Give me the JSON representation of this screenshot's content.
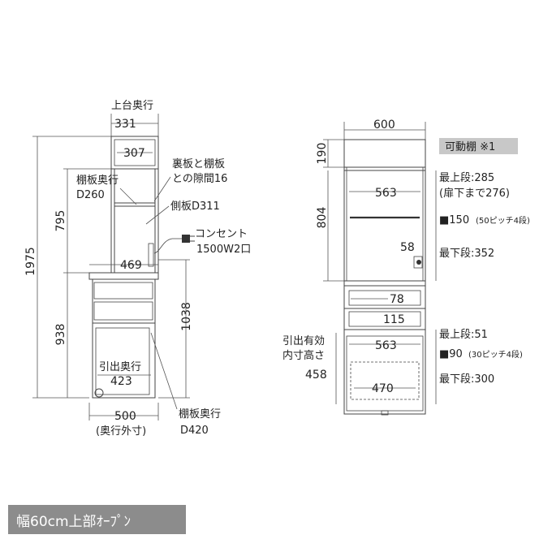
{
  "side_view": {
    "title": "上台奥行",
    "upper_depth": "331",
    "inner_depth": "307",
    "back_gap_line1": "裏板と棚板",
    "back_gap_line2": "との隙間16",
    "shelf_depth_label": "棚板奥行",
    "shelf_depth_value": "D260",
    "side_panel": "側板D311",
    "outlet_label": "コンセント",
    "outlet_value": "1500W2口",
    "counter_depth": "469",
    "total_height": "1975",
    "upper_height": "795",
    "lower_height": "938",
    "lower_right_height": "1038",
    "drawer_label": "引出奥行",
    "drawer_depth": "423",
    "bottom_depth": "500",
    "bottom_note": "(奥行外寸)",
    "lower_shelf_label": "棚板奥行",
    "lower_shelf_value": "D420"
  },
  "front_view": {
    "width": "600",
    "top_height": "190",
    "mid_height": "804",
    "movable_shelf": "可動棚 ※1",
    "inner_width_upper": "563",
    "upper_top_line1": "最上段:285",
    "upper_top_line2": "(扉下まで276)",
    "pitch_upper": "■150",
    "pitch_upper_note": "(50ピッチ4段)",
    "outlet_offset": "58",
    "upper_bottom": "最下段:352",
    "drawer1": "78",
    "drawer2": "115",
    "inner_width_lower": "563",
    "drawer_effective_line1": "引出有効",
    "drawer_effective_line2": "内寸高さ",
    "drawer_effective_value": "458",
    "lower_top": "最上段:51",
    "pitch_lower": "■90",
    "pitch_lower_note": "(30ピッチ4段)",
    "drawer_inner_width": "470",
    "lower_bottom": "最下段:300"
  },
  "footer": {
    "label": "幅60cm上部ｵｰﾌﾟﾝ"
  }
}
